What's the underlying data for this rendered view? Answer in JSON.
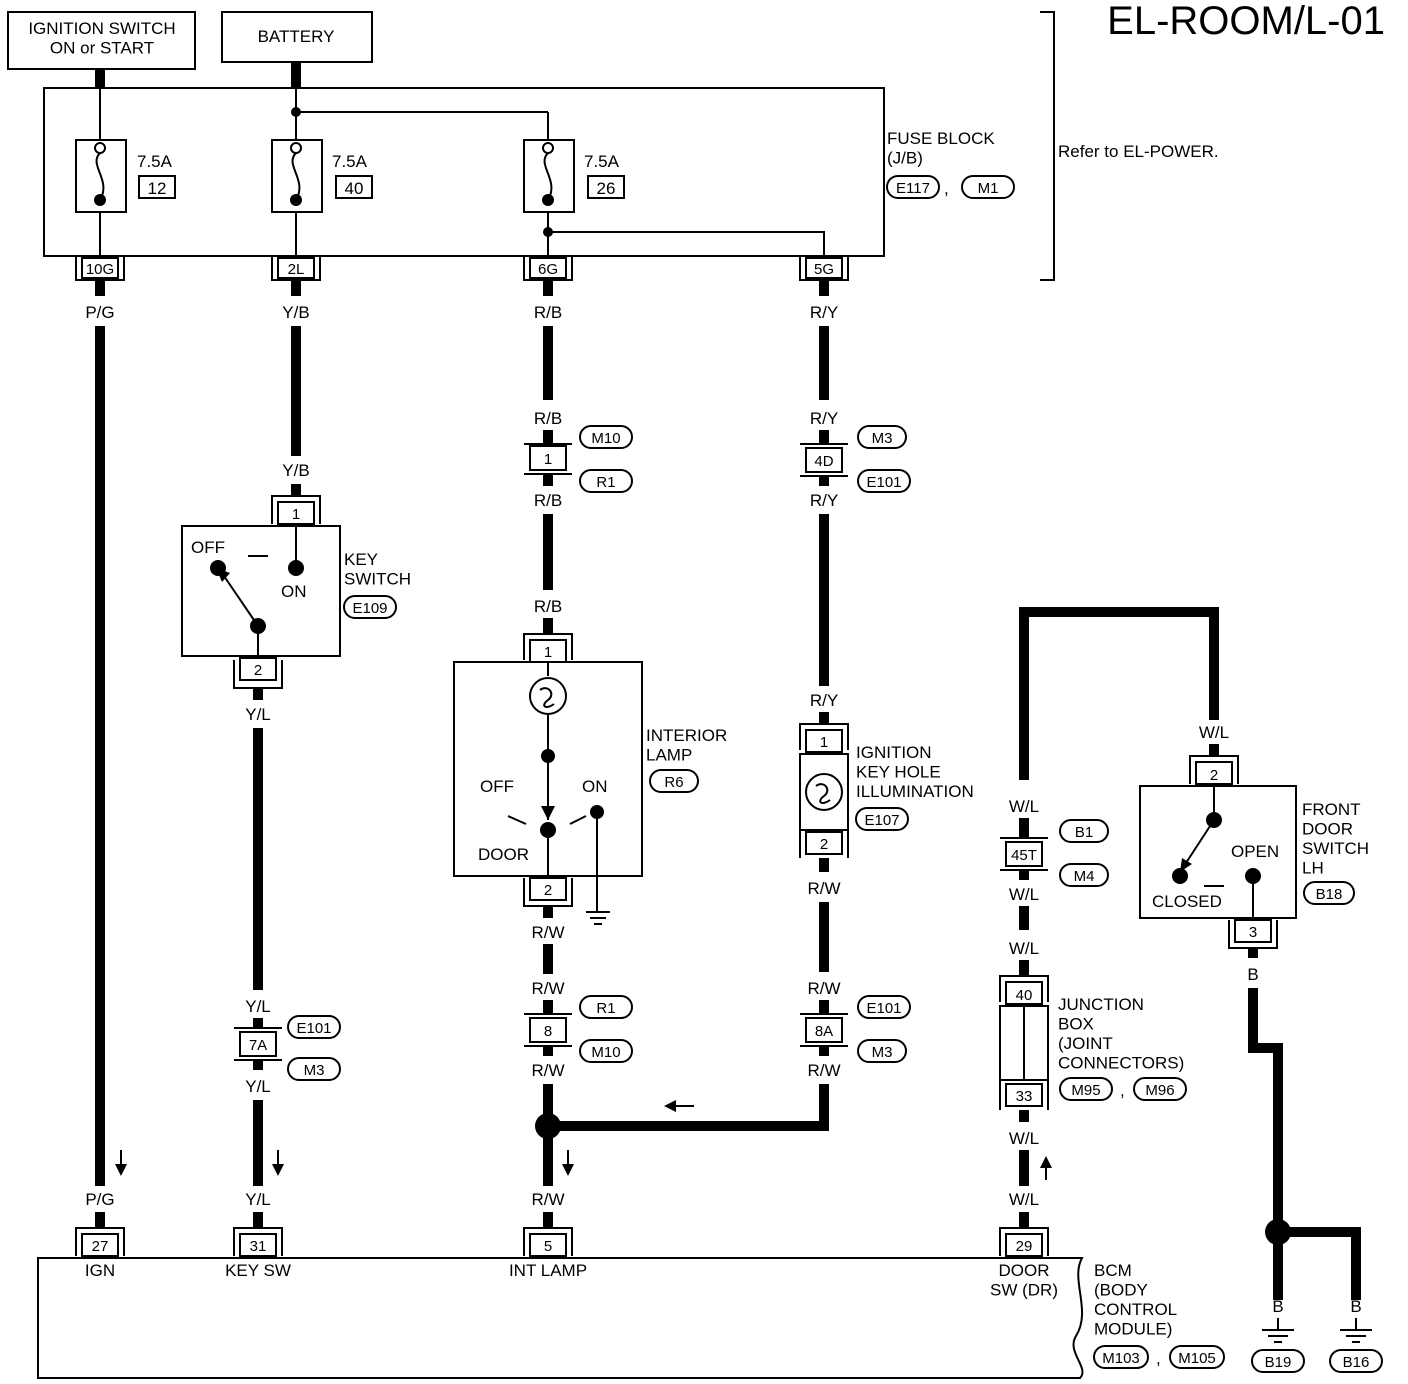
{
  "page_code": "EL-ROOM/L-01",
  "sources": {
    "ignition": "IGNITION SWITCH\nON or START",
    "battery": "BATTERY"
  },
  "fuse_block": {
    "label": "FUSE BLOCK\n(J/B)",
    "conn_a": "E117",
    "conn_b": "M1",
    "reference": "Refer to EL-POWER.",
    "fuses": [
      {
        "rating": "7.5A",
        "number": "12"
      },
      {
        "rating": "7.5A",
        "number": "40"
      },
      {
        "rating": "7.5A",
        "number": "26"
      }
    ],
    "terminals": [
      "10G",
      "2L",
      "6G",
      "5G"
    ]
  },
  "wire_colors": {
    "pg": "P/G",
    "yb": "Y/B",
    "rb": "R/B",
    "ry": "R/Y",
    "yl": "Y/L",
    "rw": "R/W",
    "wl": "W/L",
    "b": "B"
  },
  "key_switch": {
    "label": "KEY\nSWITCH",
    "connector": "E109",
    "off": "OFF",
    "on": "ON",
    "pin_top": "1",
    "pin_bottom": "2"
  },
  "interior_lamp": {
    "label": "INTERIOR\nLAMP",
    "connector": "R6",
    "off": "OFF",
    "on": "ON",
    "door": "DOOR",
    "pin_top": "1",
    "pin_bottom": "2"
  },
  "ign_key_hole": {
    "label": "IGNITION\nKEY HOLE\nILLUMINATION",
    "connector": "E107",
    "pin_top": "1",
    "pin_bottom": "2"
  },
  "front_door_switch": {
    "label": "FRONT\nDOOR\nSWITCH\nLH",
    "connector": "B18",
    "open": "OPEN",
    "closed": "CLOSED",
    "pin_top": "2",
    "pin_bottom": "3"
  },
  "junction_box": {
    "label": "JUNCTION\nBOX\n(JOINT\nCONNECTORS)",
    "conn_a": "M95",
    "conn_b": "M96",
    "pin_top": "40",
    "pin_bottom": "33"
  },
  "inline_connectors": {
    "rb_pin": "1",
    "rb_top": "M10",
    "rb_bottom": "R1",
    "ry_pin": "4D",
    "ry_top": "M3",
    "ry_bottom": "E101",
    "yl_pin": "7A",
    "yl_top": "E101",
    "yl_bottom": "M3",
    "rw_pin": "8",
    "rw_top": "R1",
    "rw_bottom": "M10",
    "rw2_pin": "8A",
    "rw2_top": "E101",
    "rw2_bottom": "M3",
    "wl_pin": "45T",
    "wl_top": "B1",
    "wl_bottom": "M4"
  },
  "bcm": {
    "label": "BCM\n(BODY\nCONTROL\nMODULE)",
    "conn_a": "M103",
    "conn_b": "M105",
    "terminals": [
      {
        "pin": "27",
        "name": "IGN"
      },
      {
        "pin": "31",
        "name": "KEY SW"
      },
      {
        "pin": "5",
        "name": "INT LAMP"
      },
      {
        "pin": "29",
        "name": "DOOR\nSW (DR)"
      }
    ]
  },
  "grounds": [
    "B19",
    "B16"
  ]
}
